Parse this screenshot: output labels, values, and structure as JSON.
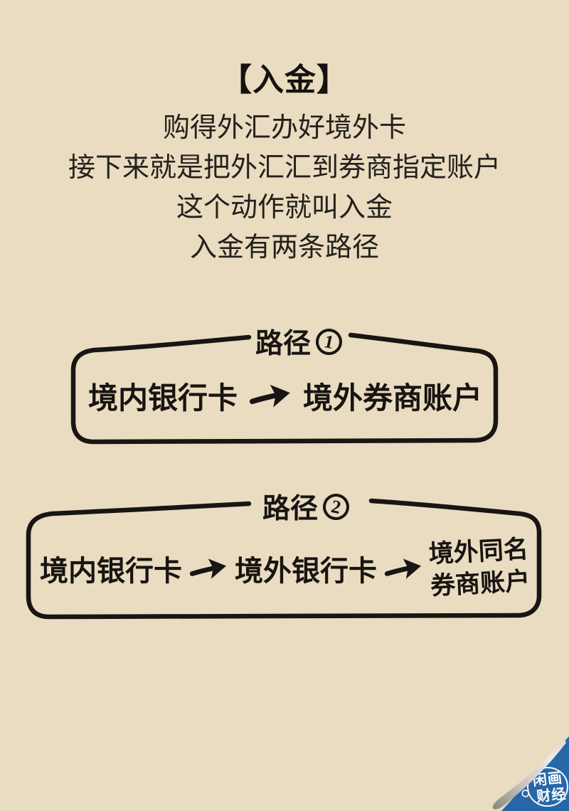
{
  "colors": {
    "background": "#e9dcc1",
    "ink": "#181512",
    "accent_blue": "#2667a8",
    "curl_gray": "#c9c6c0"
  },
  "intro": {
    "title": "【入金】",
    "lines": [
      "购得外汇办好境外卡",
      "接下来就是把外汇汇到券商指定账户",
      "这个动作就叫入金",
      "入金有两条路径"
    ]
  },
  "paths": [
    {
      "label": "路径",
      "number": "1",
      "steps": [
        "境内银行卡",
        "境外券商账户"
      ]
    },
    {
      "label": "路径",
      "number": "2",
      "steps": [
        "境内银行卡",
        "境外银行卡"
      ],
      "stacked_step": [
        "境外同名",
        "券商账户"
      ]
    }
  ],
  "watermark": {
    "line1": "闲画",
    "line2": "财经"
  }
}
